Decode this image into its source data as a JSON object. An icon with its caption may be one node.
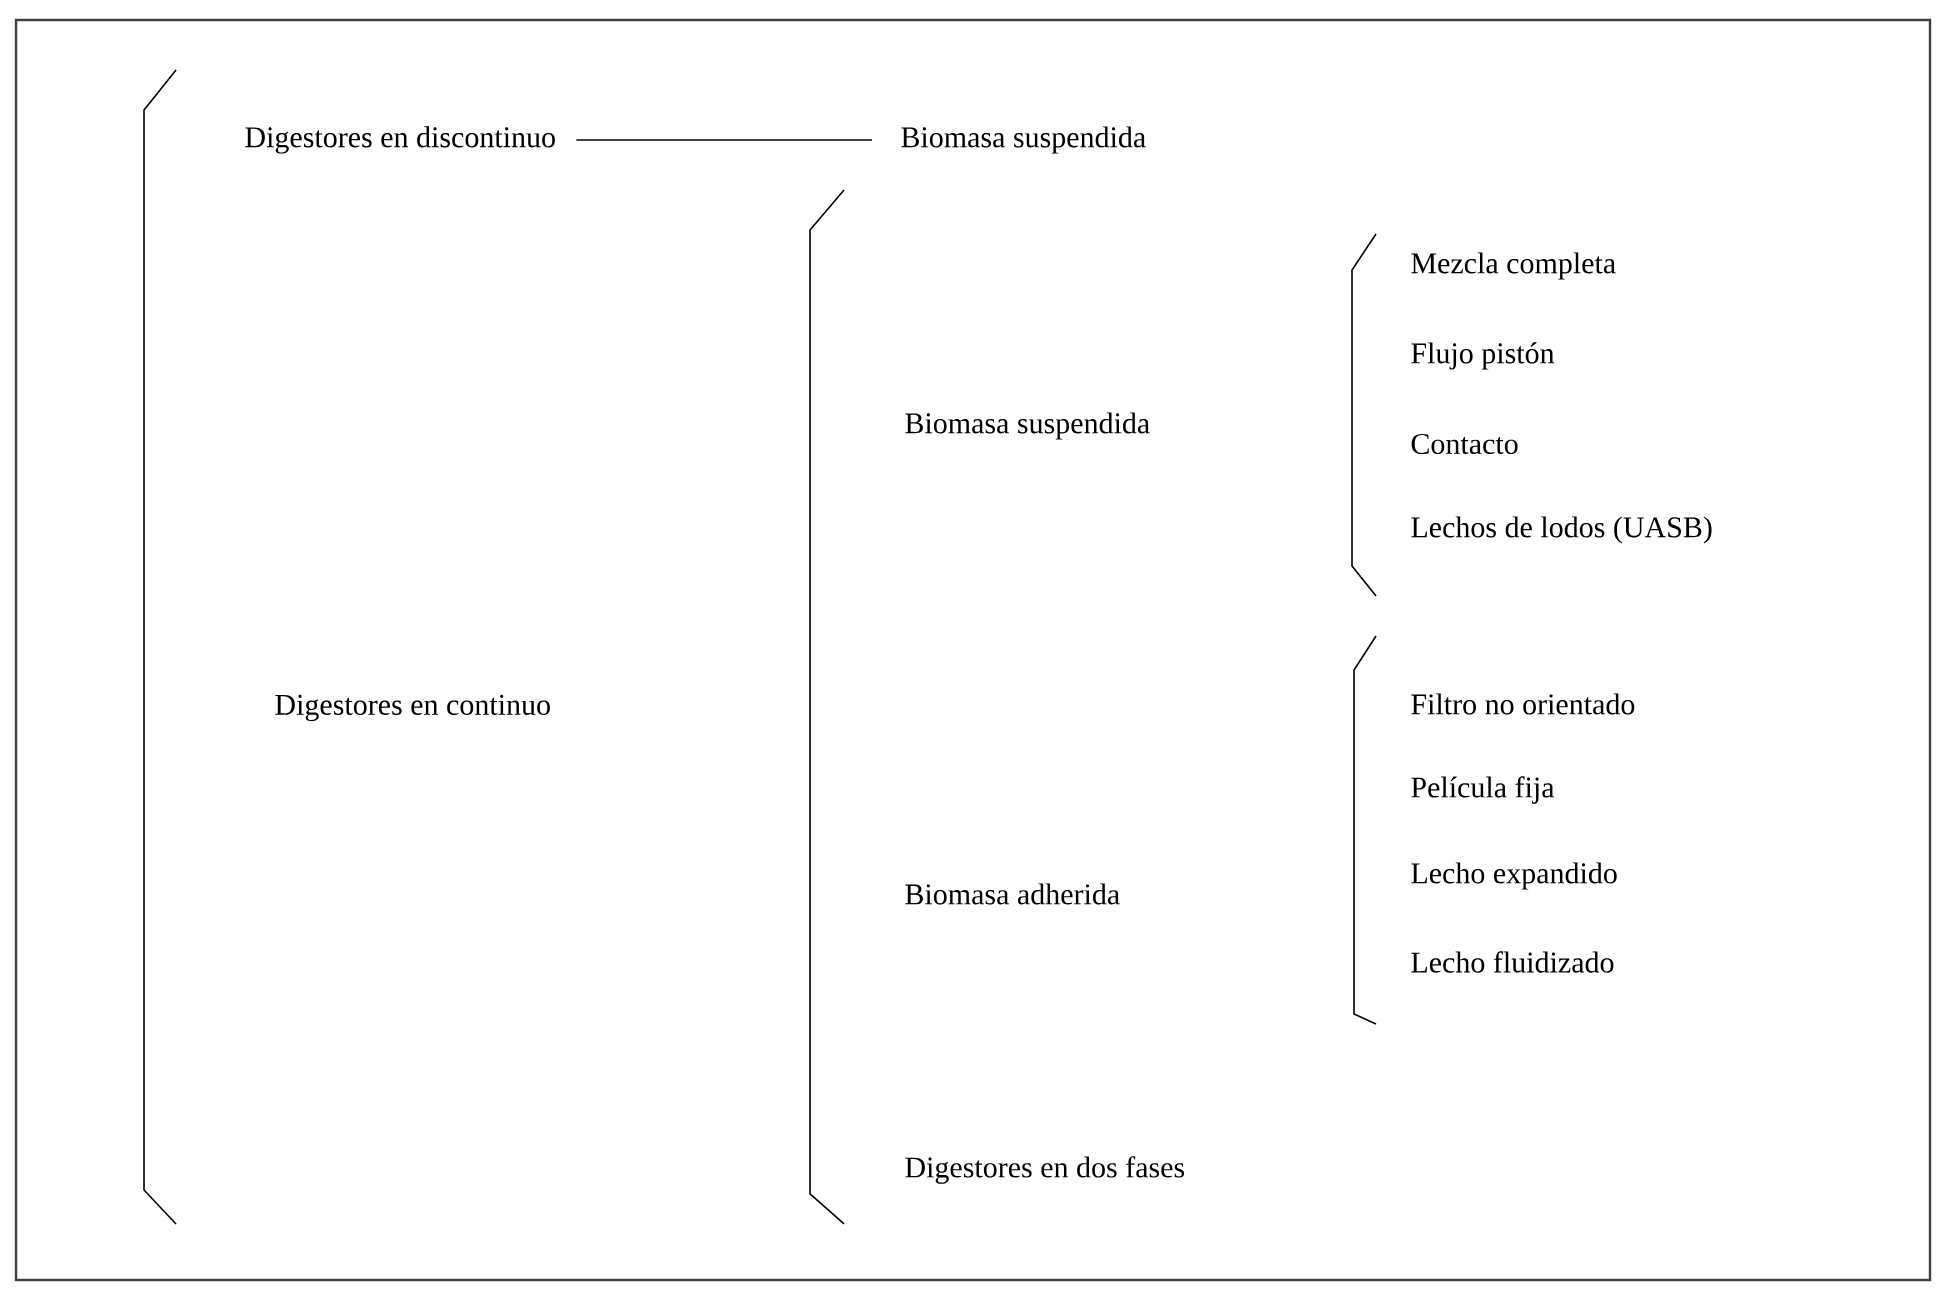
{
  "diagram": {
    "nodes": [
      {
        "text": [
          "Digestores en discontinuo"
        ]
      },
      {
        "text": [
          "Biomasa suspendida"
        ]
      }
    ],
    "edges": [
      {
        "from": 0,
        "to": 1,
        "arrow": "none"
      }
    ],
    "labels": [
      "Digestores en continuo",
      "Biomasa suspendida",
      "Mezcla completa",
      "Flujo pistón",
      "Contacto",
      "Lechos de lodos (UASB)",
      "Biomasa adherida",
      "Filtro no orientado",
      "Película fija",
      "Lecho expandido",
      "Lecho fluidizado",
      "Digestores en dos fases"
    ]
  }
}
